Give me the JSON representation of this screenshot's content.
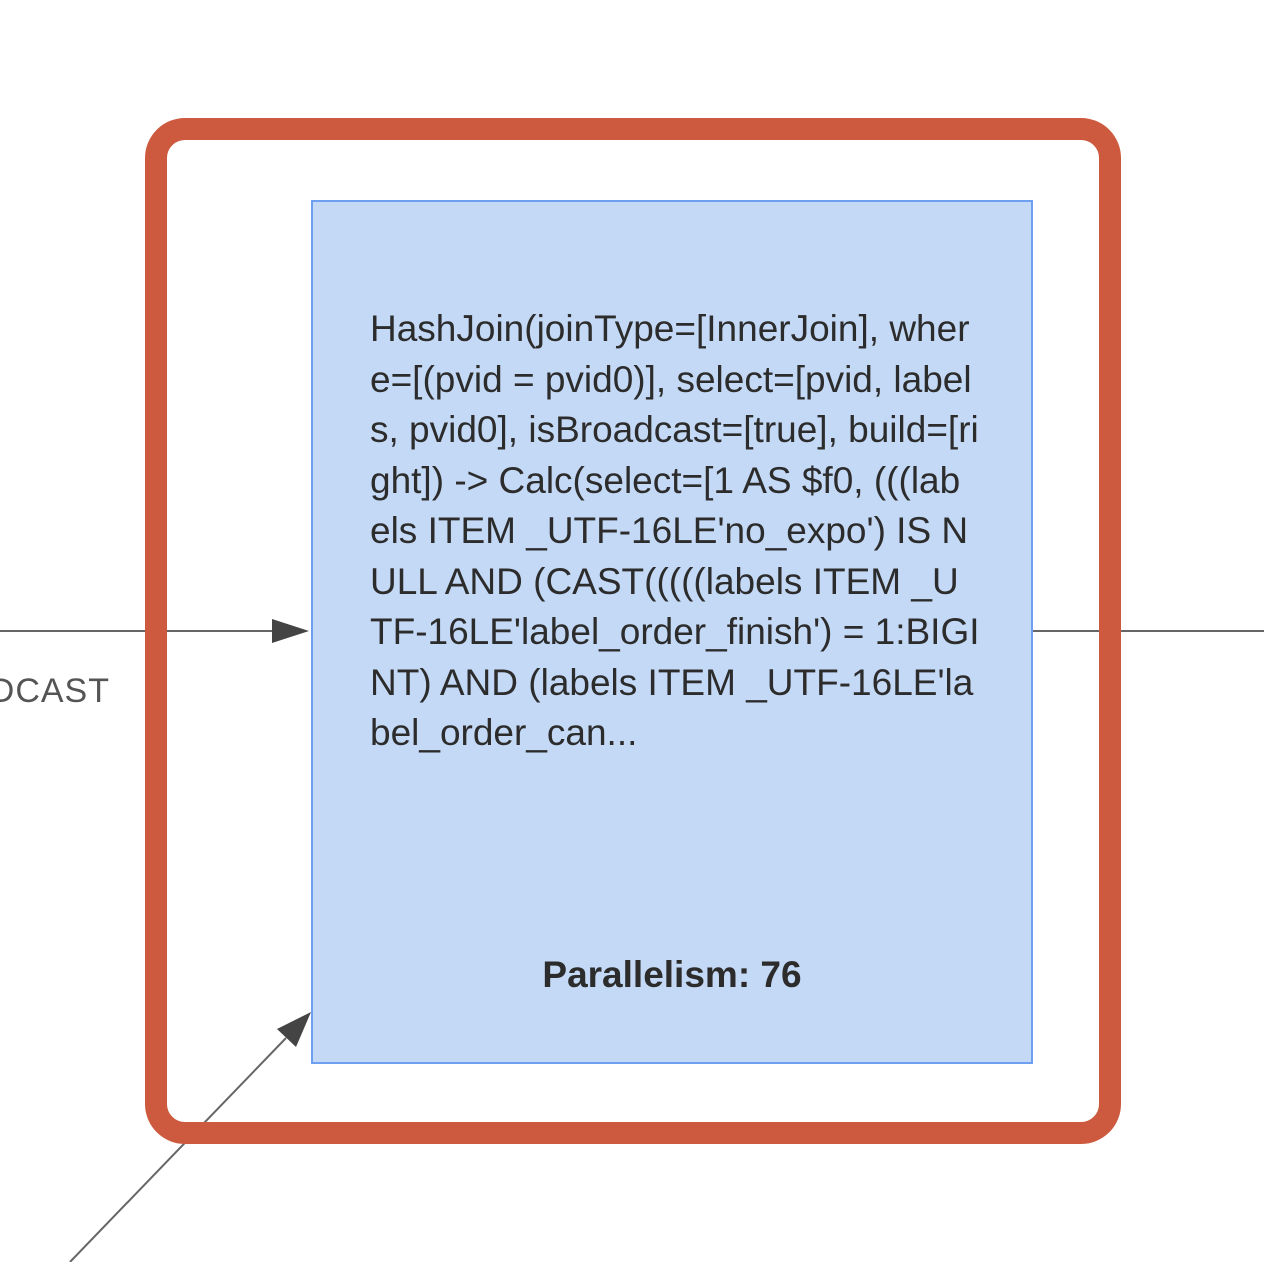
{
  "diagram": {
    "incoming_edge_label": "BROADCAST",
    "node": {
      "description": "HashJoin(joinType=[InnerJoin], where=[(pvid = pvid0)], select=[pvid, labels, pvid0], isBroadcast=[true], build=[right]) -> Calc(select=[1 AS $f0, (((labels ITEM _UTF-16LE'no_expo') IS NULL AND (CAST(((((labels ITEM _UTF-16LE'label_order_finish') = 1:BIGINT) AND (labels ITEM _UTF-16LE'label_order_can...",
      "parallelism": "Parallelism: 76"
    }
  },
  "colors": {
    "highlight_frame": "#cd5a3f",
    "node_fill": "#c4d9f5",
    "node_border": "#6f9ff0",
    "edge": "#666666"
  }
}
